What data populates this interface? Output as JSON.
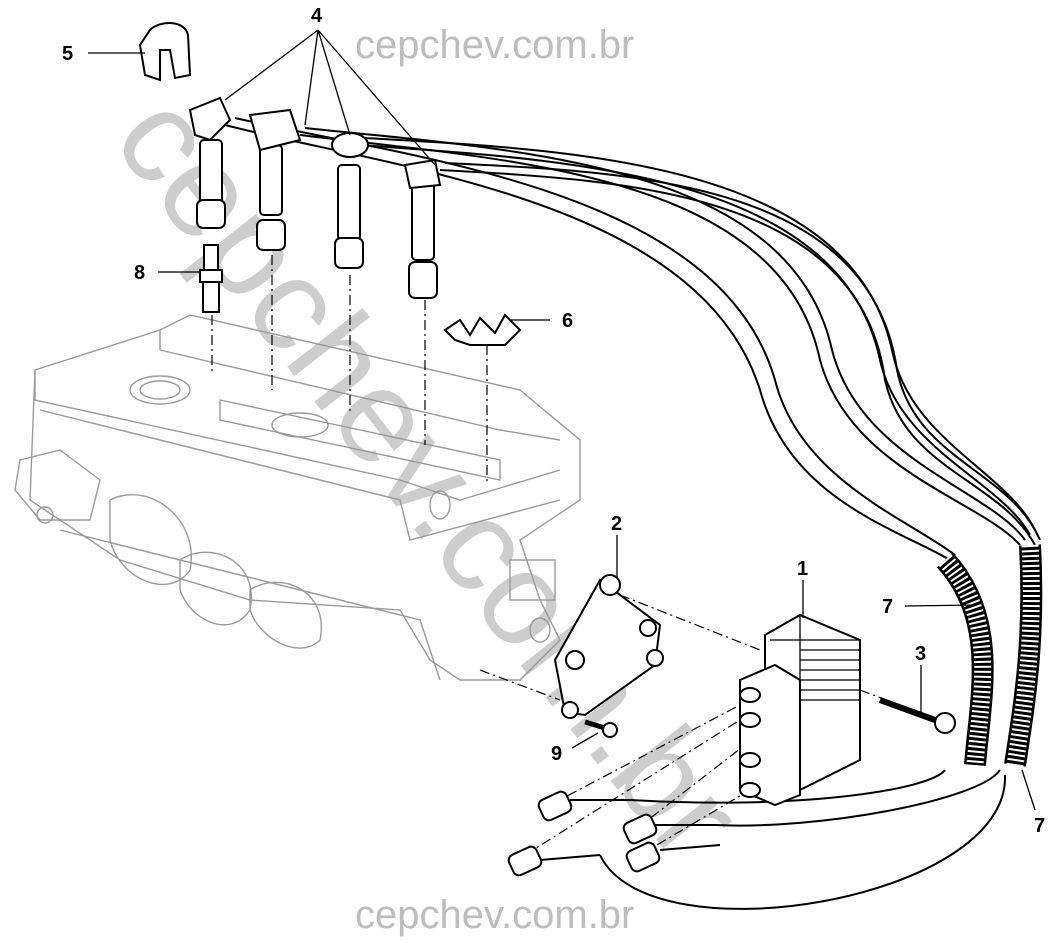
{
  "watermark": {
    "top": "cepchev.com.br",
    "bottom": "cepchev.com.br",
    "diagonal": "cepchev.com.br"
  },
  "callouts": {
    "c1": "1",
    "c2": "2",
    "c3": "3",
    "c4": "4",
    "c5": "5",
    "c6": "6",
    "c7a": "7",
    "c7b": "7",
    "c8": "8",
    "c9": "9"
  }
}
